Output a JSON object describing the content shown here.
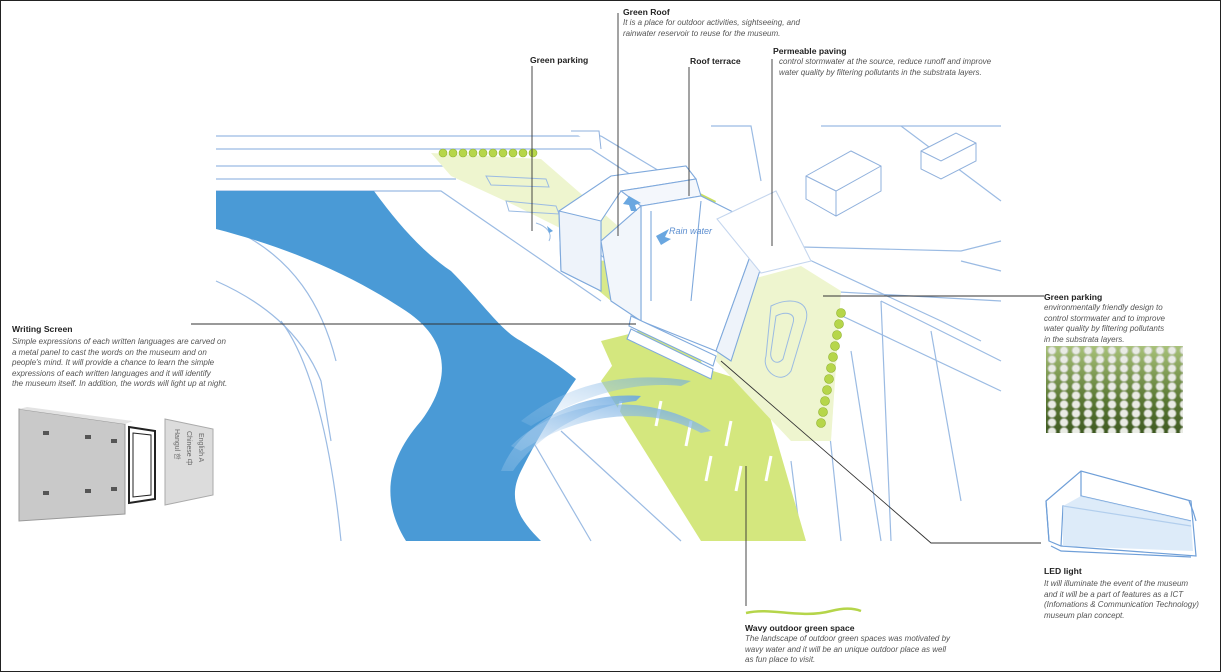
{
  "labels": {
    "green_roof": {
      "title": "Green Roof",
      "lines": [
        "It is a place for outdoor activities, sightseeing, and",
        "rainwater reservoir to reuse for the museum."
      ]
    },
    "green_parking_top": {
      "title": "Green parking"
    },
    "roof_terrace": {
      "title": "Roof terrace"
    },
    "permeable_paving": {
      "title": "Permeable paving",
      "lines": [
        "control stormwater at the source, reduce runoff and improve",
        "water quality by filtering pollutants in the substrata layers."
      ]
    },
    "writing_screen": {
      "title": "Writing Screen",
      "lines": [
        "Simple expressions of each written languages are carved on",
        "a metal panel to cast the words on the museum and on",
        "people's mind. It will provide a chance to learn the simple",
        "expressions of each written languages and it will identify",
        "the museum itself.  In addition, the words will light up at night."
      ]
    },
    "green_parking_right": {
      "title": "Green parking",
      "lines": [
        "environmentally friendly design to",
        "control stormwater and to improve",
        "water quality by filtering pollutants",
        "in the substrata layers."
      ]
    },
    "led_light": {
      "title": "LED light",
      "lines": [
        "It will illuminate the event of the museum",
        "and it will be a part of features as a ICT",
        "(Infomations & Communication Technology)",
        "museum plan concept."
      ]
    },
    "wavy_space": {
      "title": "Wavy outdoor green space",
      "lines": [
        "The landscape of outdoor green spaces was motivated by",
        "wavy water and it will be an unique outdoor place as well",
        "as fun place to visit."
      ]
    },
    "rain_water": "Rain water"
  },
  "sign_text": [
    "Hangul 한",
    "Chinese 中",
    "English A"
  ],
  "colors": {
    "water": "#4a9ad6",
    "green": "#d8e98a",
    "line_blue": "#8fb5e0",
    "leader": "#333333"
  }
}
